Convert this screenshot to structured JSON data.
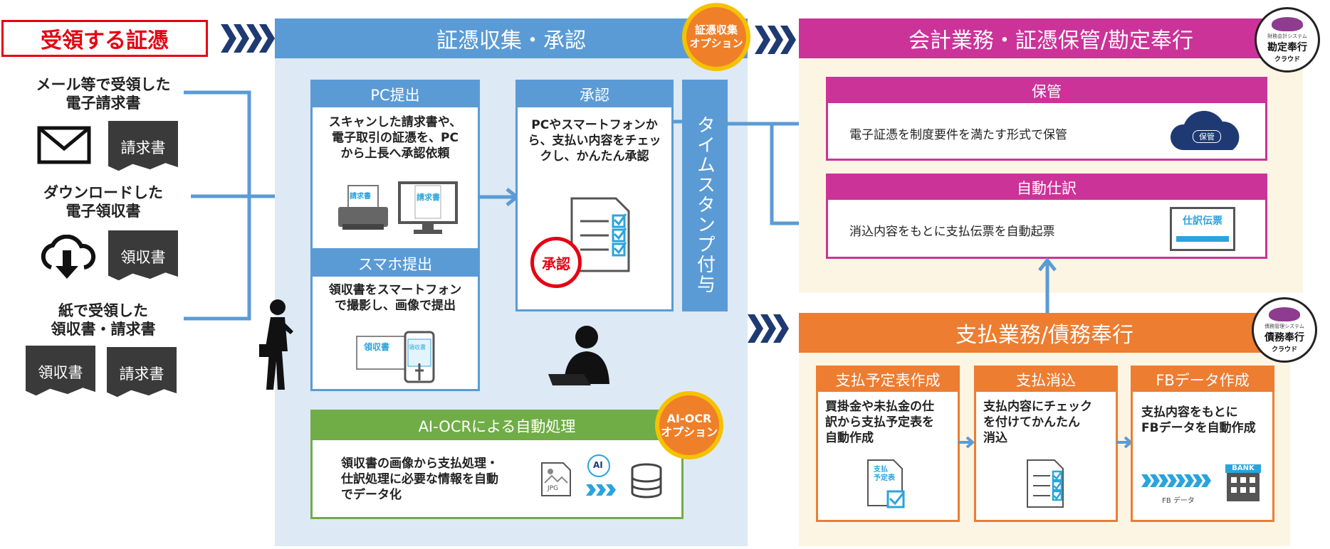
{
  "left": {
    "title": "受領する証憑",
    "email_title": "メール等で受領した\n電子請求書",
    "email_doc": "請求書",
    "download_title": "ダウンロードした\n電子領収書",
    "download_doc": "領収書",
    "paper_title": "紙で受領した\n領収書・請求書",
    "paper_doc1": "領収書",
    "paper_doc2": "請求書"
  },
  "collect": {
    "header": "証憑収集・承認",
    "option_badge": "証憑収集\nオプション",
    "pc_title": "PC提出",
    "pc_text": "スキャンした請求書や、\n電子取引の証憑を、PC\nから上長へ承認依頼",
    "pc_doc_label1": "請求書",
    "pc_doc_label2": "請求書",
    "smart_title": "スマホ提出",
    "smart_text": "領収書をスマートフォン\nで撮影し、画像で提出",
    "smart_receipt": "領収書",
    "smart_phone_label": "領収書",
    "approve_title": "承認",
    "approve_text": "PCやスマートフォンか\nら、支払い内容をチェッ\nクし、かんたん承認",
    "approve_stamp": "承認",
    "timestamp": "タイムスタンプ付与",
    "ocr_title": "AI-OCRによる自動処理",
    "ocr_text": "領収書の画像から支払処理・\n仕訳処理に必要な情報を自動\nでデータ化",
    "ocr_badge": "AI-OCR\nオプション",
    "ocr_jpg": "JPG",
    "ocr_ai": "AI"
  },
  "accounting": {
    "header": "会計業務・証憑保管/勘定奉行",
    "logo_small": "財務会計システム",
    "logo_name": "勘定奉行",
    "logo_sub": "クラウド",
    "storage_title": "保管",
    "storage_text": "電子証憑を制度要件を満たす形式で保管",
    "storage_cloud": "保管",
    "journal_title": "自動仕訳",
    "journal_text": "消込内容をもとに支払伝票を自動起票",
    "journal_icon": "仕訳伝票"
  },
  "payment": {
    "header": "支払業務/債務奉行",
    "logo_small": "債務管理システム",
    "logo_name": "債務奉行",
    "logo_sub": "クラウド",
    "plan_title": "支払予定表作成",
    "plan_text": "買掛金や未払金の仕\n訳から支払予定表を\n自動作成",
    "plan_icon": "支払\n予定表",
    "clear_title": "支払消込",
    "clear_text": "支払内容にチェック\nを付けてかんたん\n消込",
    "fb_title": "FBデータ作成",
    "fb_text": "支払内容をもとに\nFBデータを自動作成",
    "fb_label": "FB データ",
    "bank_label": "BANK"
  },
  "colors": {
    "collect_blue": "#5b9bd5",
    "collect_bg": "#dde9f5",
    "accounting_magenta": "#cc3399",
    "accounting_bg": "#fdf5e4",
    "payment_orange": "#ed7d31",
    "ocr_green": "#70ad47",
    "left_red": "#e60012",
    "chevron_navy": "#1f3a73"
  }
}
